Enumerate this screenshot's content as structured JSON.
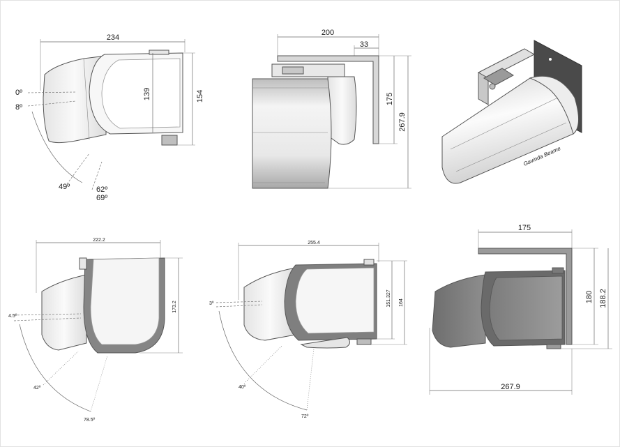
{
  "views": {
    "side_tl": {
      "width": "234",
      "inner_height": "139",
      "outer_height": "154",
      "angle_0": "0º",
      "angle_8": "8º",
      "angle_49": "49º",
      "angle_62": "62º",
      "angle_69": "69º"
    },
    "bracket_tc": {
      "width": "200",
      "offset": "33",
      "height_a": "175",
      "height_b": "267.9"
    },
    "iso_tr": {
      "brand": "Gavinda Beame"
    },
    "side_bl": {
      "width": "222.2",
      "height": "173.2",
      "angle_a": "4.5º",
      "angle_b": "42º",
      "angle_c": "78.5º"
    },
    "side_bc": {
      "width": "255.4",
      "inner_height": "151.327",
      "outer_height": "164",
      "angle_a": "3º",
      "angle_b": "40º",
      "angle_c": "72º"
    },
    "side_br": {
      "top_width": "175",
      "inner_height": "180",
      "outer_height": "188.2",
      "bottom_width": "267.9"
    }
  },
  "colors": {
    "body_light": "#f2f2f2",
    "body_mid": "#d9d9d9",
    "body_dark": "#7a7a7a",
    "bracket": "#9a9a9a",
    "plate": "#4a4a4a",
    "line": "#555555"
  }
}
